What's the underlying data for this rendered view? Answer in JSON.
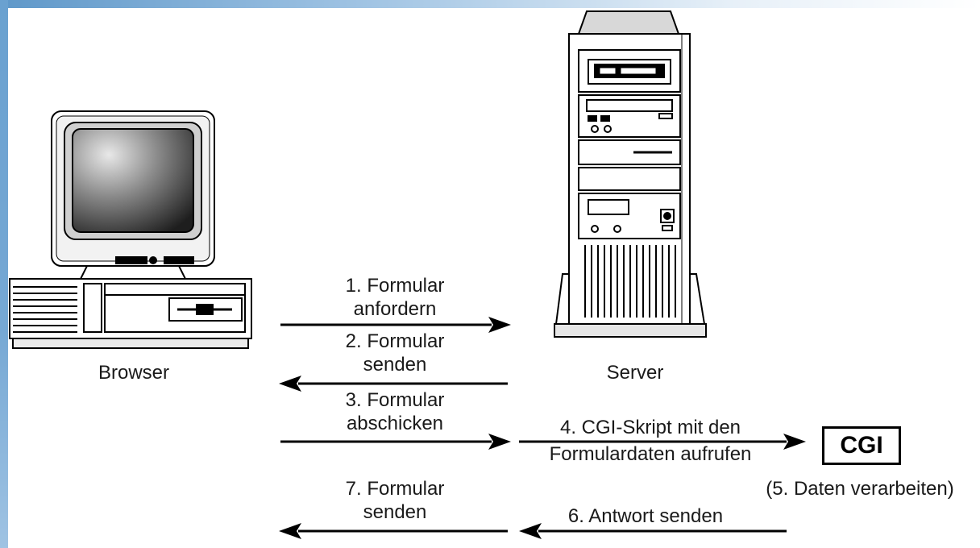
{
  "labels": {
    "browser": "Browser",
    "server": "Server",
    "cgi": "CGI",
    "cgi_note": "(5. Daten verarbeiten)"
  },
  "steps": [
    {
      "line1": "1. Formular",
      "line2": "anfordern"
    },
    {
      "line1": "2. Formular",
      "line2": "senden"
    },
    {
      "line1": "3. Formular",
      "line2": "abschicken"
    },
    {
      "line1": "4. CGI-Skript mit den",
      "line2": "Formulardaten aufrufen"
    },
    {
      "line1": "6. Antwort senden"
    },
    {
      "line1": "7. Formular",
      "line2": "senden"
    }
  ],
  "icons": [
    "computer-icon",
    "server-tower-icon"
  ]
}
